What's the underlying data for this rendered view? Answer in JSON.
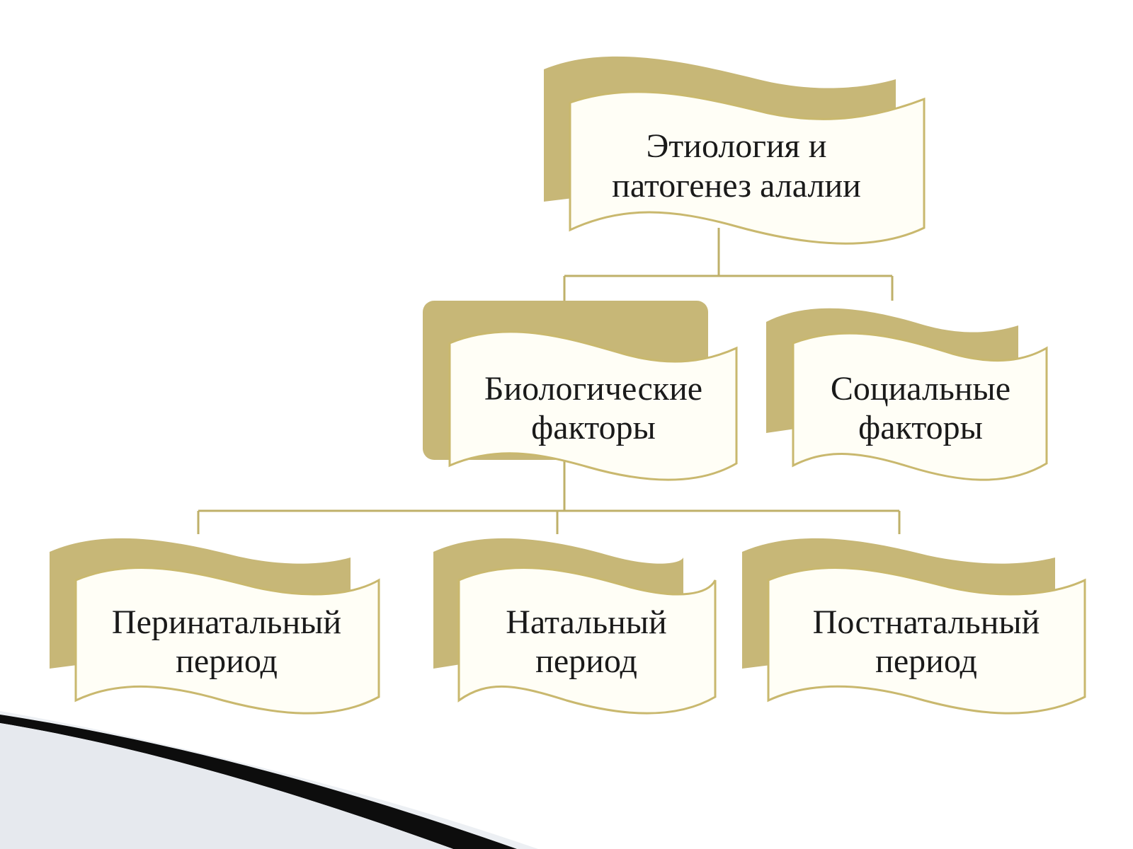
{
  "colors": {
    "banner_back": "#c7b777",
    "banner_front": "#fffef6",
    "banner_stroke": "#c9b86e",
    "connector": "#bfb06a",
    "text": "#1a1a1a"
  },
  "diagram": {
    "root": {
      "line1": "Этиология и",
      "line2": "патогенез алалии"
    },
    "level1": [
      {
        "line1": "Биологические",
        "line2": "факторы",
        "selected": true
      },
      {
        "line1": "Социальные",
        "line2": "факторы",
        "selected": false
      }
    ],
    "level2": [
      {
        "line1": "Перинатальный",
        "line2": "период"
      },
      {
        "line1": "Натальный",
        "line2": "период"
      },
      {
        "line1": "Постнатальный",
        "line2": "период"
      }
    ]
  }
}
